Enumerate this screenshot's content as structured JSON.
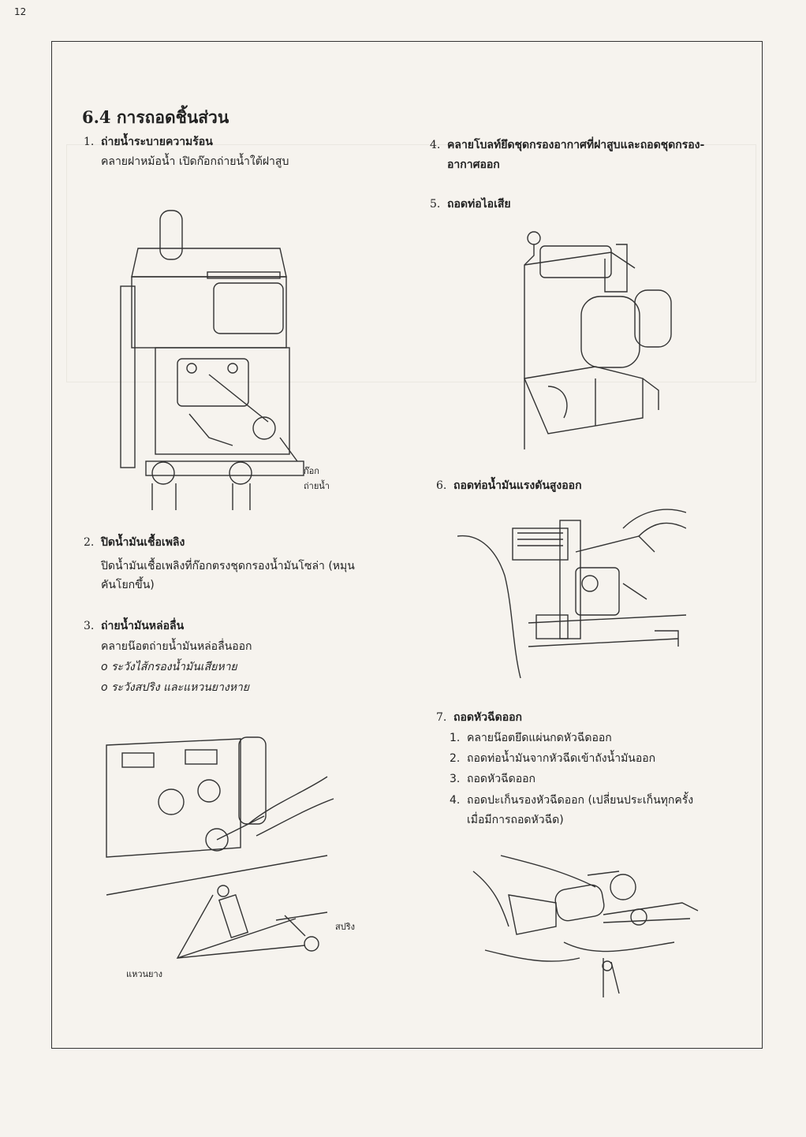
{
  "page_number": "12",
  "section": {
    "title": "6.4 การถอดชิ้นส่วน"
  },
  "steps": [
    {
      "num": "1.",
      "title": "ถ่ายน้ำระบายความร้อน",
      "body": [
        "คลายฝาหม้อน้ำ เปิดก๊อกถ่ายน้ำใต้ฝาสูบ"
      ]
    },
    {
      "num": "2.",
      "title": "ปิดน้ำมันเชื้อเพลิง",
      "body": [
        "ปิดน้ำมันเชื้อเพลิงที่ก๊อกตรงชุดกรองน้ำมันโซล่า (หมุน",
        "คันโยกขึ้น)"
      ]
    },
    {
      "num": "3.",
      "title": "ถ่ายน้ำมันหล่อลื่น",
      "body": [
        "คลายน๊อตถ่ายน้ำมันหล่อลื่นออก"
      ],
      "notes": [
        "o ระวังไส้กรองน้ำมันเสียหาย",
        "o ระวังสปริง และแหวนยางหาย"
      ]
    },
    {
      "num": "4.",
      "title": "คลายโบลท์ยึดชุดกรองอากาศที่ฝาสูบและถอดชุดกรอง-",
      "title2": "อากาศออก"
    },
    {
      "num": "5.",
      "title": "ถอดท่อไอเสีย"
    },
    {
      "num": "6.",
      "title": "ถอดท่อน้ำมันแรงดันสูงออก"
    },
    {
      "num": "7.",
      "title": "ถอดหัวฉีดออก",
      "substeps": [
        {
          "num": "1.",
          "text": "คลายน๊อตยึดแผ่นกดหัวฉีดออก"
        },
        {
          "num": "2.",
          "text": "ถอดท่อน้ำมันจากหัวฉีดเข้าถังน้ำมันออก"
        },
        {
          "num": "3.",
          "text": "ถอดหัวฉีดออก"
        },
        {
          "num": "4.",
          "text": "ถอดปะเก็นรองหัวฉีดออก  (เปลี่ยนประเก็นทุกครั้ง",
          "text2": "เมื่อมีการถอดหัวฉีด)"
        }
      ]
    }
  ],
  "labels": {
    "drain_cock_1": "ก๊อก",
    "drain_cock_2": "ถ่ายน้ำ",
    "spring": "สปริง",
    "o_ring": "แหวนยาง"
  }
}
